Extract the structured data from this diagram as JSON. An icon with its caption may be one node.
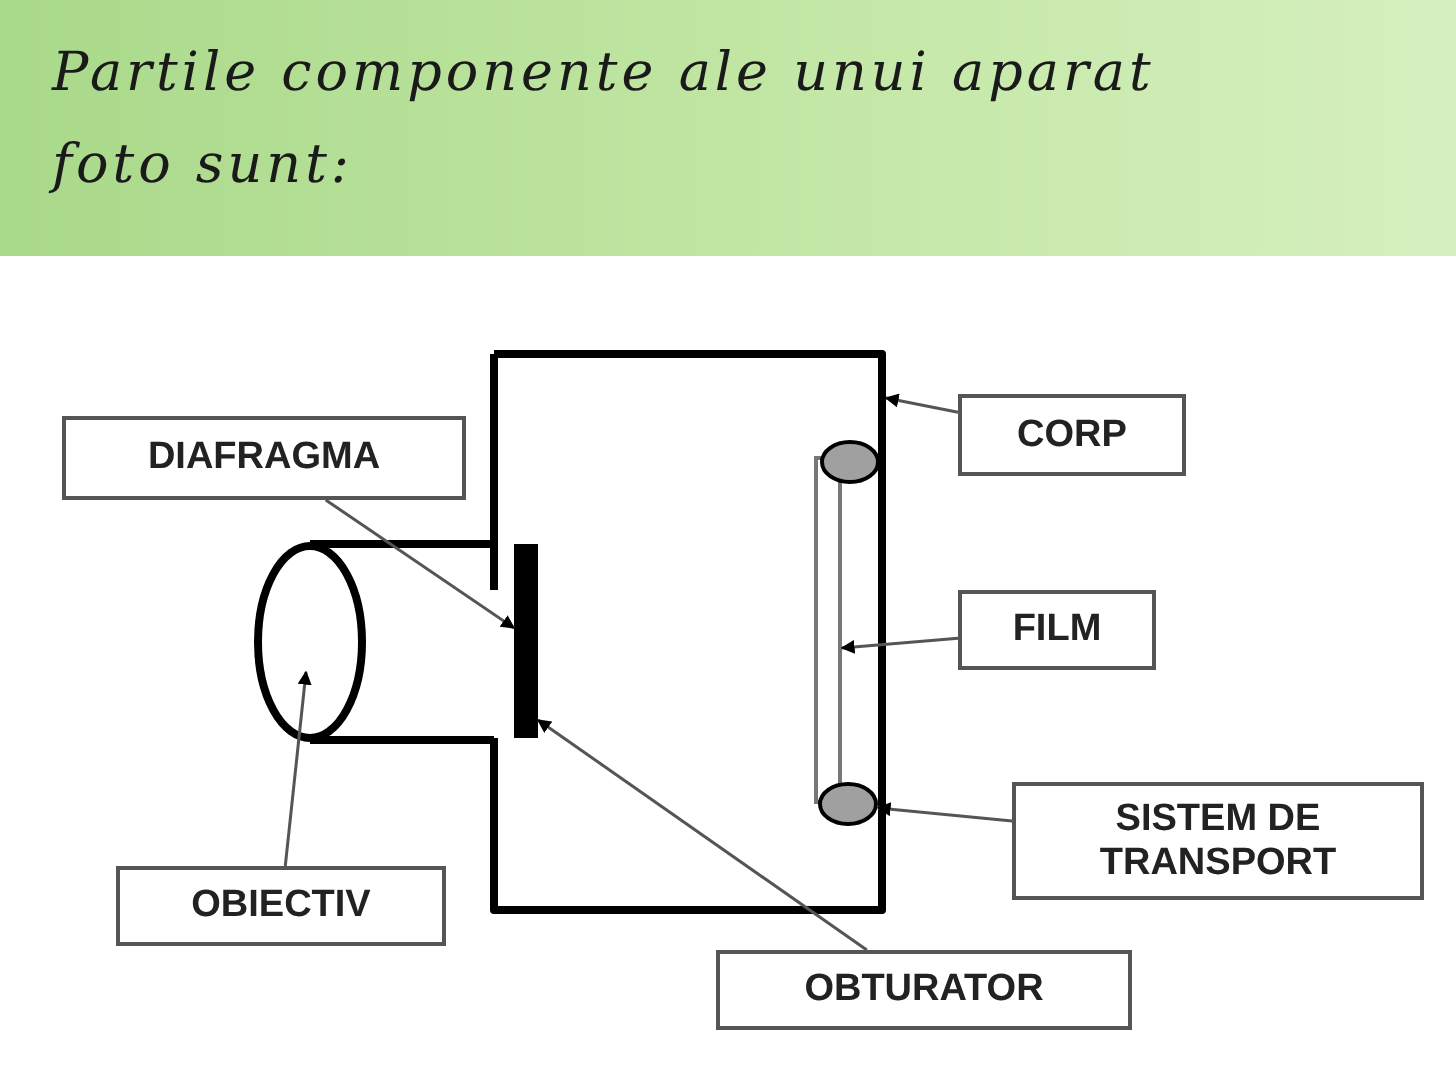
{
  "diagram": {
    "title": "Partile componente ale unui aparat foto sunt:",
    "nodes": [
      {
        "text": [
          "DIAFRAGMA"
        ]
      },
      {
        "text": [
          "CORP"
        ]
      },
      {
        "text": [
          "FILM"
        ]
      },
      {
        "text": [
          "SISTEM DE TRANSPORT"
        ]
      },
      {
        "text": [
          "OBIECTIV"
        ]
      },
      {
        "text": [
          "OBTURATOR"
        ]
      },
      {
        "text": [],
        "shape": "box"
      },
      {
        "text": [],
        "shape": "circle"
      },
      {
        "text": [],
        "shape": "bar",
        "in": 6
      },
      {
        "text": [],
        "shape": "bar",
        "in": 6
      },
      {
        "text": [],
        "shape": "circle",
        "in": 6
      }
    ],
    "edges": [
      {
        "from": 0,
        "to": 8,
        "arrow": "to"
      },
      {
        "from": 1,
        "to": 6,
        "arrow": "to"
      },
      {
        "from": 2,
        "to": 9,
        "arrow": "to"
      },
      {
        "from": 3,
        "to": 10,
        "arrow": "to"
      },
      {
        "from": 4,
        "to": 7,
        "arrow": "to"
      },
      {
        "from": 5,
        "to": 8,
        "arrow": "to"
      }
    ]
  }
}
